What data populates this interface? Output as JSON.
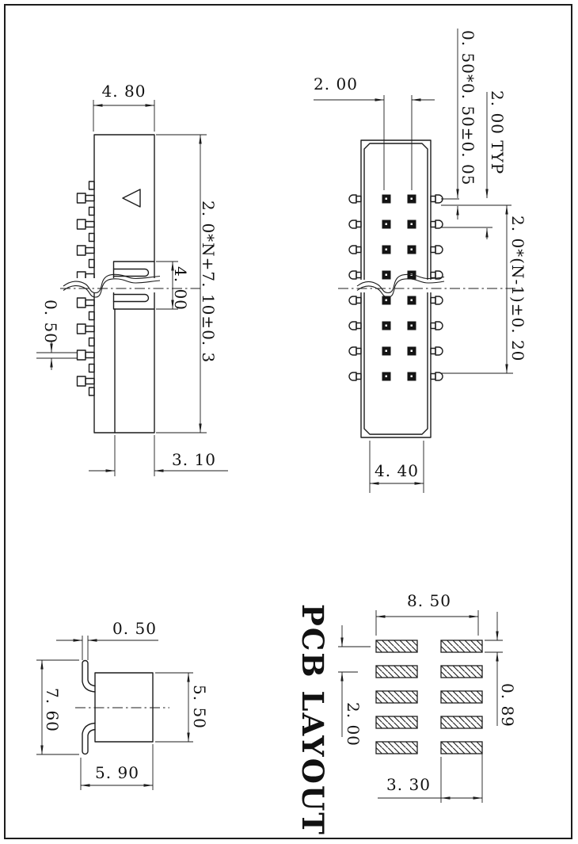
{
  "figure": {
    "type": "mechanical-drawing",
    "subject": "2.00mm pitch SMT box header connector",
    "line_color": "#1c1c1c",
    "background": "#ffffff",
    "side_view_pin_rows": 8,
    "front_view_pin_rows": 8,
    "front_view_pin_columns": 2,
    "pcb_pad_rows": 5,
    "pcb_pad_columns": 2
  },
  "views": {
    "side": {
      "name": "side-view",
      "dims": {
        "width_top": "4. 80",
        "overall_height": "2. 0*N+7. 10±0. 3",
        "socket_depth": "4. 00",
        "pin_thickness": "0. 50",
        "base_offset": "3. 10"
      }
    },
    "front": {
      "name": "front-view",
      "dims": {
        "column_pitch": "2. 00",
        "pin_cross_section": "0. 50*0. 50±0. 05",
        "row_pitch": "2. 00 TYP",
        "pin_row_span": "2. 0*(N-1)±0. 20",
        "base_width": "4. 40"
      }
    },
    "smt": {
      "name": "smt-lead-view",
      "dims": {
        "lead_width": "0. 50",
        "overall_height": "7. 60",
        "body_height": "5. 50",
        "overall_width": "5. 90"
      }
    },
    "pcb": {
      "title": "PCB LAYOUT",
      "dims": {
        "pad_span": "8. 50",
        "pad_pitch": "2. 00",
        "pad_height": "0. 89",
        "pad_width": "3. 30"
      }
    }
  }
}
